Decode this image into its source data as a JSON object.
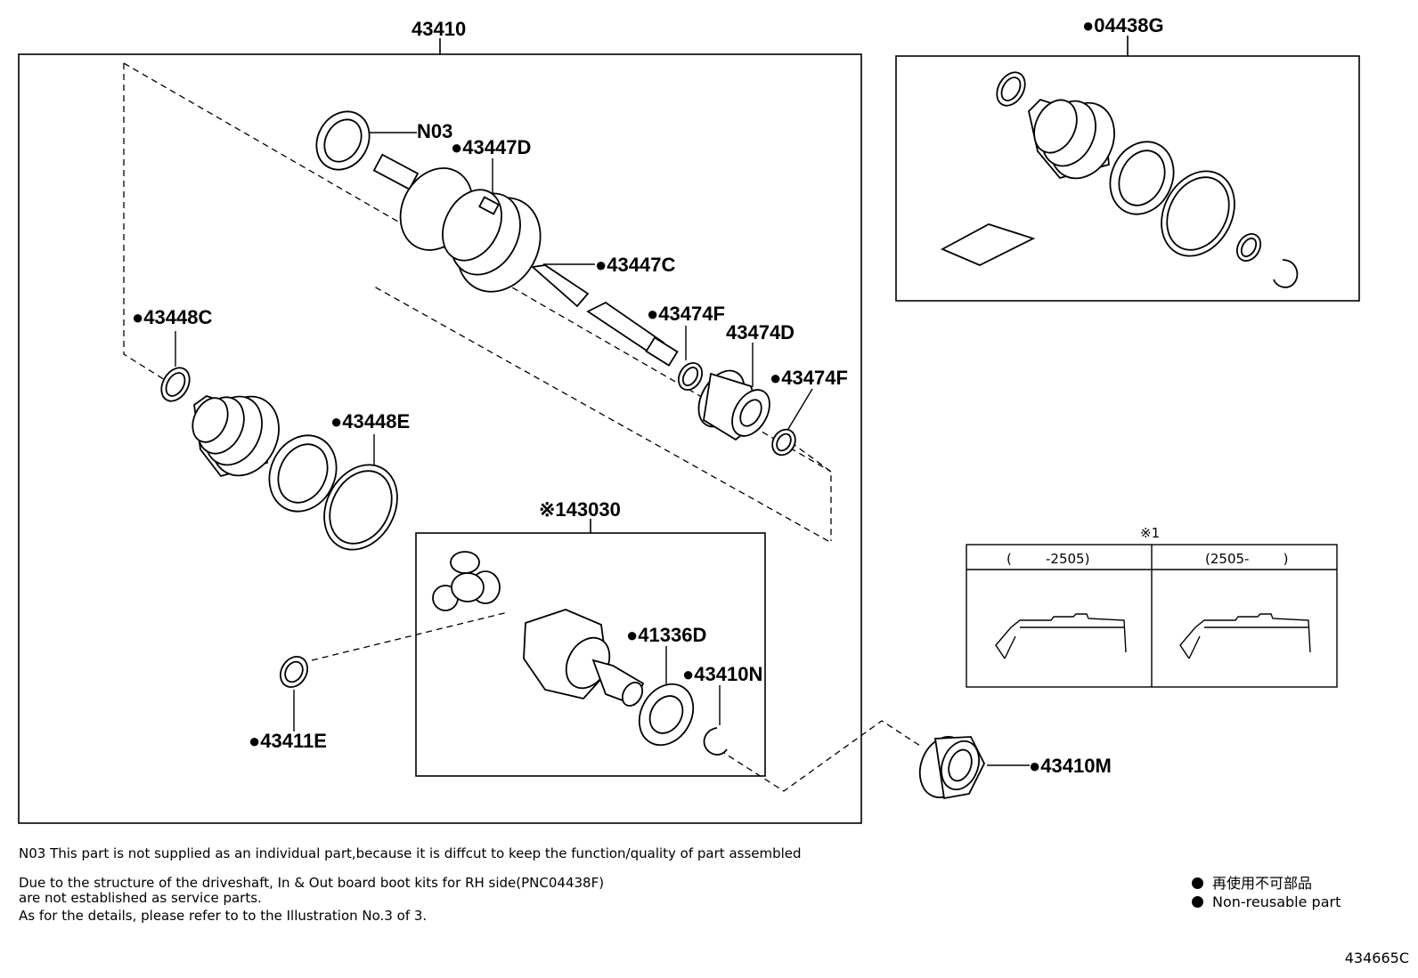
{
  "parts": {
    "assembly": "43410",
    "inner_boot_kit": "●04438G",
    "oil_seal_ref": "N03",
    "outer_band": "●43447D",
    "inner_band": "●43447C",
    "clamp_small": "●43448C",
    "clamp_large": "●43448E",
    "snap_ring_a": "●43474F",
    "damper": "43474D",
    "snap_ring_b": "●43474F",
    "inner_joint_kit": "※143030",
    "washer": "●41336D",
    "clip": "●43410N",
    "hole_snap_ring": "●43411E",
    "bearing": "●43410M"
  },
  "table": {
    "mark": "※1",
    "col1": "(        -2505)",
    "col2": "(2505-        )"
  },
  "notes": {
    "n03": "N03 This part is not supplied as an  individual part,because it is diffcut to keep the function/quality of part assembled",
    "line1": "Due to the structure of the driveshaft, In & Out board  boot kits for RH side(PNC04438F)",
    "line2": "are not established as service parts.",
    "line3": "As for the details, please refer to to the Illustration No.3 of 3."
  },
  "legend": {
    "jp": "再使用不可部品",
    "en": "Non-reusable part"
  },
  "illustration_no": "434665C"
}
